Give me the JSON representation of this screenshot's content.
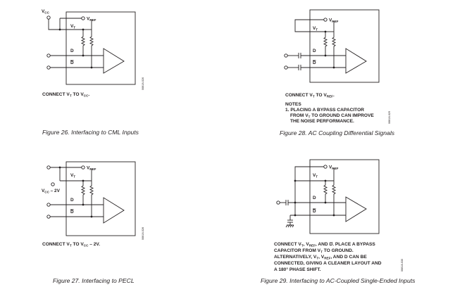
{
  "fig26": {
    "vcc_main": "V",
    "vcc_sub": "CC",
    "vref_main": "V",
    "vref_sub": "REF",
    "vt_main": "V",
    "vt_sub": "T",
    "d": "D",
    "dbar": "D",
    "note_a": "CONNECT V",
    "note_b": "T",
    "note_c": " TO V",
    "note_d": "CC",
    "note_e": ".",
    "code": "06818-026",
    "caption": "Figure 26. Interfacing to CML Inputs"
  },
  "fig27": {
    "vref_main": "V",
    "vref_sub": "REF",
    "vt_main": "V",
    "vt_sub": "T",
    "vcc_main": "V",
    "vcc_sub": "CC",
    "vcc_tail": " – 2V",
    "d": "D",
    "dbar": "D",
    "note_a": "CONNECT V",
    "note_b": "T",
    "note_c": " TO V",
    "note_d": "CC",
    "note_e": " – 2V.",
    "code": "06818-028",
    "caption": "Figure 27. Interfacing to PECL"
  },
  "fig28": {
    "vref_main": "V",
    "vref_sub": "REF",
    "vt_main": "V",
    "vt_sub": "T",
    "d": "D",
    "dbar": "D",
    "note_a": "CONNECT V",
    "note_b": "T",
    "note_c": " TO V",
    "note_d": "REF",
    "note_e": ".",
    "notes_title": "NOTES",
    "notes_1a": "1. PLACING A BYPASS CAPACITOR",
    "notes_1b": "FROM V",
    "notes_1c": "T",
    "notes_1d": " TO GROUND CAN IMPROVE",
    "notes_1e": "THE NOISE PERFORMANCE.",
    "code": "06818-029",
    "caption": "Figure 28. AC Coupling Differential Signals"
  },
  "fig29": {
    "vref_main": "V",
    "vref_sub": "REF",
    "vt_main": "V",
    "vt_sub": "T",
    "d": "D",
    "dbar": "D",
    "l1a": "CONNECT V",
    "l1b": "T",
    "l1c": ", V",
    "l1d": "REF",
    "l1e": ", AND ",
    "l1f": "D",
    "l1g": ". PLACE A BYPASS",
    "l2a": "CAPACITOR FROM V",
    "l2b": "T",
    "l2c": " TO GROUND.",
    "l3a": "ALTERNATIVELY, V",
    "l3b": "T",
    "l3c": ", V",
    "l3d": "REF",
    "l3e": ", AND D CAN BE",
    "l4": "CONNECTED, GIVING A CLEANER LAYOUT AND",
    "l5": "A 180° PHASE SHIFT.",
    "code": "06818-030",
    "caption": "Figure 29. Interfacing to AC-Coupled Single-Ended Inputs"
  }
}
